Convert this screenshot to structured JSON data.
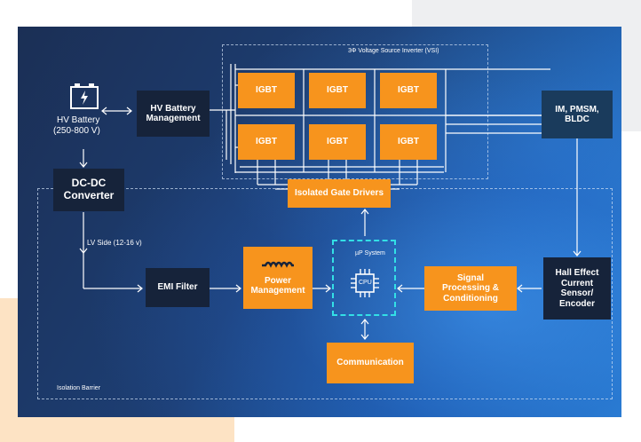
{
  "title": "3Φ Voltage Source Inverter (VSI)",
  "labels": {
    "hv_battery": "HV Battery",
    "hv_battery_range": "(250-800 V)",
    "hv_battery_mgmt_1": "HV Battery",
    "hv_battery_mgmt_2": "Management",
    "dcdc_1": "DC-DC",
    "dcdc_2": "Converter",
    "lv_side": "LV Side (12-16 v)",
    "emi_filter": "EMI Filter",
    "power_mgmt_1": "Power",
    "power_mgmt_2": "Management",
    "up_system": "µP System",
    "cpu": "CPU",
    "signal_1": "Signal",
    "signal_2": "Processing &",
    "signal_3": "Conditioning",
    "motor_1": "IM, PMSM,",
    "motor_2": "BLDC",
    "hall_1": "Hall Effect",
    "hall_2": "Current",
    "hall_3": "Sensor/",
    "hall_4": "Encoder",
    "gate_drivers": "Isolated Gate Drivers",
    "communication": "Communication",
    "isolation_barrier": "Isolation Barrier",
    "igbt": [
      "IGBT",
      "IGBT",
      "IGBT",
      "IGBT",
      "IGBT",
      "IGBT"
    ]
  },
  "colors": {
    "orange": "#f7941d",
    "dark_box": "#16233a",
    "motor_box": "#1a3b5c",
    "cpu_border": "#33e0e6"
  },
  "icons": [
    "battery-icon",
    "inductor-icon",
    "cpu-icon"
  ]
}
